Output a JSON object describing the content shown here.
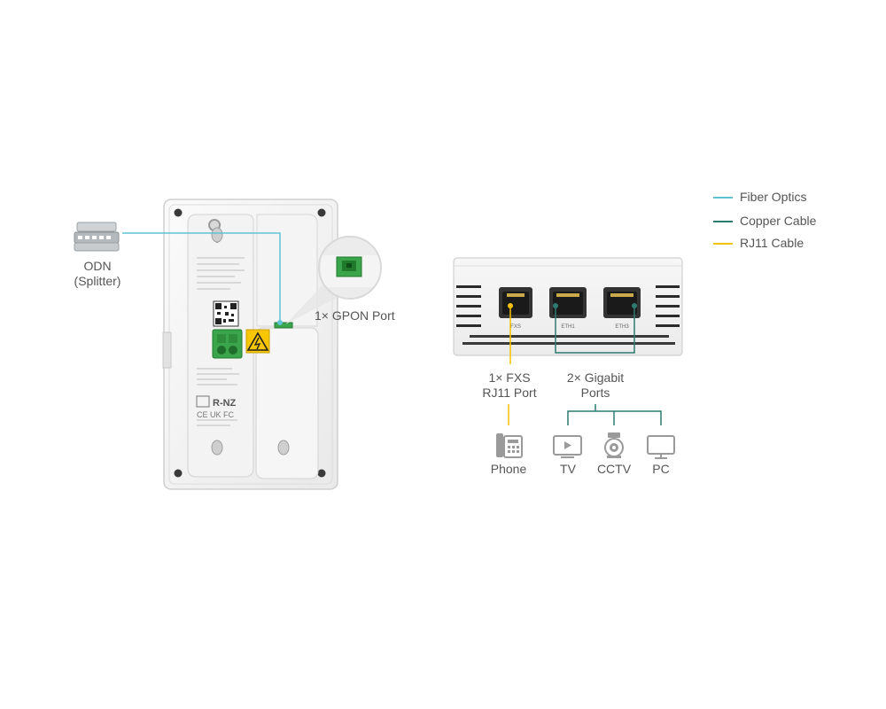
{
  "colors": {
    "fiber": "#5fc3d3",
    "copper": "#2d7a70",
    "rj11": "#f5c200",
    "port_green": "#3aa54a",
    "warning": "#f7c600"
  },
  "legend": [
    {
      "label": "Fiber Optics",
      "color": "#5fc3d3"
    },
    {
      "label": "Copper Cable",
      "color": "#2d7a70"
    },
    {
      "label": "RJ11 Cable",
      "color": "#f5c200"
    }
  ],
  "left_device": {
    "odn_line1": "ODN",
    "odn_line2": "(Splitter)",
    "gpon_label": "1× GPON Port",
    "label_model": "R-NZ"
  },
  "right_device": {
    "fxs_line1": "1× FXS",
    "fxs_line2": "RJ11 Port",
    "gigabit_line1": "2× Gigabit",
    "gigabit_line2": "Ports",
    "port_fxs": "FXS",
    "port_eth1": "ETH1",
    "port_eth2": "ETH3"
  },
  "endpoints": {
    "phone": "Phone",
    "tv": "TV",
    "cctv": "CCTV",
    "pc": "PC"
  },
  "icons": [
    "splitter-icon",
    "phone-icon",
    "tv-icon",
    "cctv-icon",
    "pc-icon",
    "warning-icon",
    "qr-code-icon"
  ]
}
